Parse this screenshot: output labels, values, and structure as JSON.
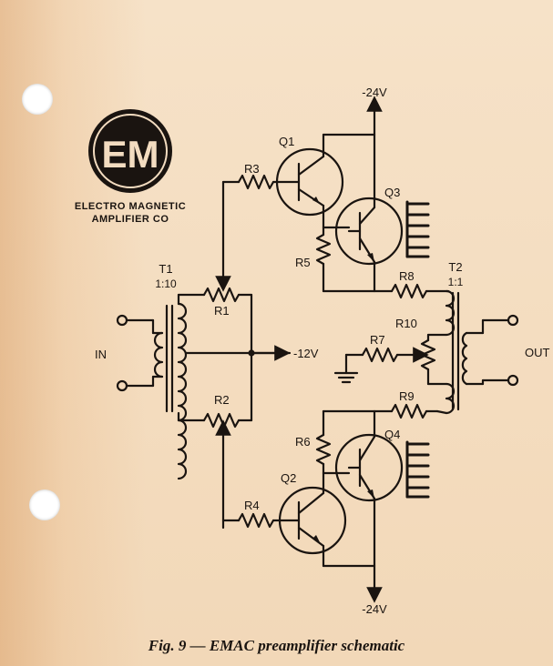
{
  "logo": {
    "monogram": "EM",
    "line1": "Electro Magnetic",
    "line2": "Amplifier Co"
  },
  "supply": {
    "top": "-24V",
    "bottom": "-24V",
    "bias": "-12V"
  },
  "labels": {
    "in": "IN",
    "out": "OUT",
    "t1": "T1",
    "t1_ratio": "1:10",
    "t2": "T2",
    "t2_ratio": "1:1",
    "r1": "R1",
    "r2": "R2",
    "r3": "R3",
    "r4": "R4",
    "r5": "R5",
    "r6": "R6",
    "r7": "R7",
    "r8": "R8",
    "r9": "R9",
    "r10": "R10",
    "q1": "Q1",
    "q2": "Q2",
    "q3": "Q3",
    "q4": "Q4"
  },
  "caption": "Fig. 9 — EMAC preamplifier schematic"
}
